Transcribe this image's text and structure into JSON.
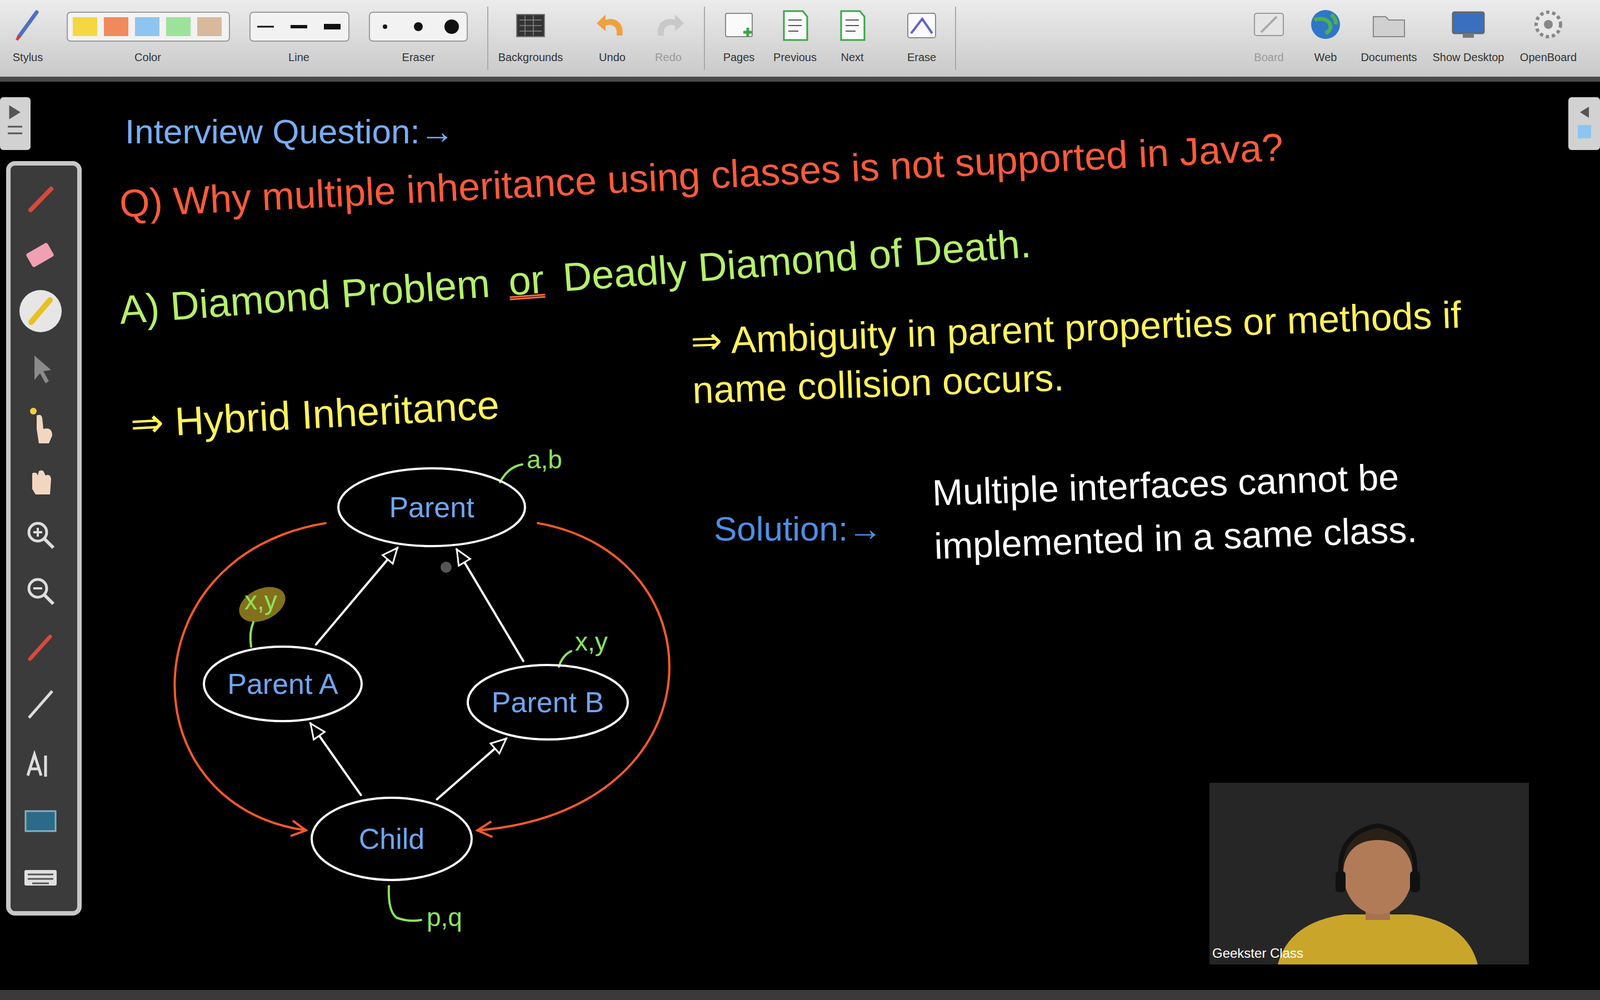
{
  "diagram": {
    "nodes": [
      {
        "text": [
          "Parent"
        ]
      },
      {
        "text": [
          "Parent A"
        ]
      },
      {
        "text": [
          "Parent B"
        ]
      },
      {
        "text": [
          "Child"
        ]
      }
    ],
    "edges": [
      {
        "from": 1,
        "to": 0,
        "arrow": "to"
      },
      {
        "from": 2,
        "to": 0,
        "arrow": "to"
      },
      {
        "from": 3,
        "to": 1,
        "arrow": "to"
      },
      {
        "from": 3,
        "to": 2,
        "arrow": "to"
      },
      {
        "from": 0,
        "to": 3,
        "arrow": "to"
      },
      {
        "from": 0,
        "to": 3,
        "arrow": "to"
      }
    ],
    "labels": [
      "Stylus",
      "Color",
      "Line",
      "Eraser",
      "Backgrounds",
      "Undo",
      "Redo",
      "Pages",
      "Previous",
      "Next",
      "Erase",
      "Board",
      "Web",
      "Documents",
      "Show Desktop",
      "OpenBoard",
      "Interview Question:→",
      "Q) Why multiple inheritance using classes is not supported in Java?",
      "A) Diamond Problem",
      "or",
      "Deadly Diamond of Death.",
      "⇒ Hybrid Inheritance",
      "⇒ Ambiguity in parent properties or methods if name collision occurs.",
      "Solution:→",
      "Multiple interfaces cannot be implemented in a same class.",
      "a,b",
      "x,y",
      "x,y",
      "p,q",
      "Geekster Class"
    ]
  }
}
